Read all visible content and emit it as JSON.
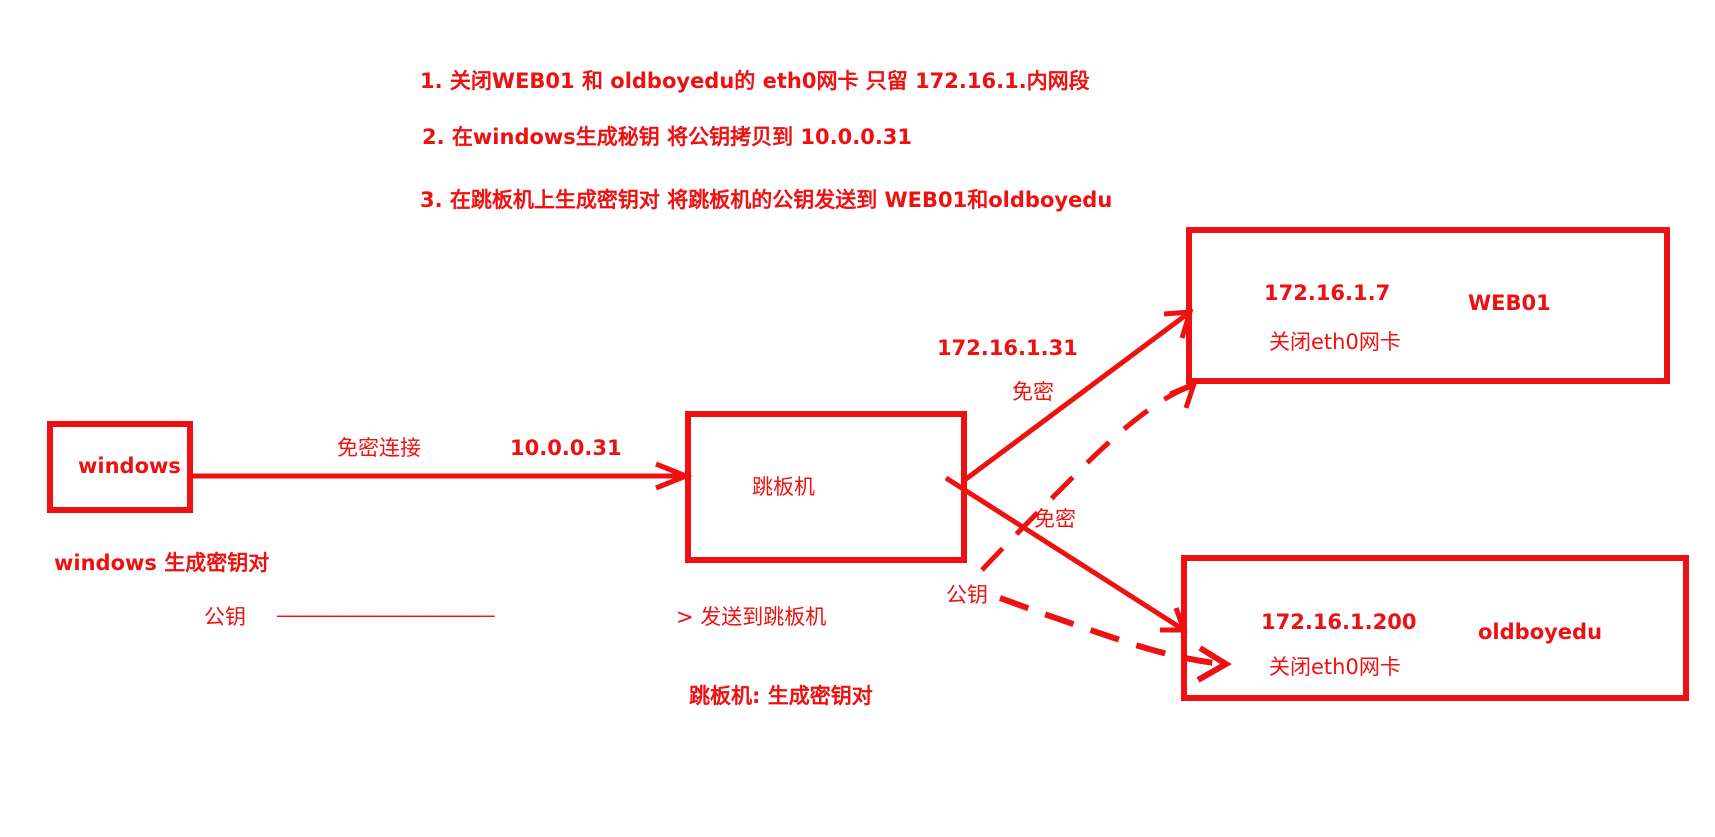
{
  "colors": {
    "stroke": "#ee1111",
    "text": "#ee1111",
    "background": "#ffffff"
  },
  "steps": [
    "1. 关闭WEB01 和 oldboyedu的 eth0网卡  只留 172.16.1.内网段",
    "2. 在windows生成秘钥  将公钥拷贝到 10.0.0.31",
    "3. 在跳板机上生成密钥对 将跳板机的公钥发送到 WEB01和oldboyedu"
  ],
  "nodes": {
    "windows": {
      "label": "windows"
    },
    "jump": {
      "label": "跳板机"
    },
    "web01": {
      "ip": "172.16.1.7",
      "name": "WEB01",
      "note": "关闭eth0网卡"
    },
    "oldboyedu": {
      "ip": "172.16.1.200",
      "name": "oldboyedu",
      "note": "关闭eth0网卡"
    }
  },
  "edges": {
    "win_to_jump": {
      "label": "免密连接",
      "ip": "10.0.0.31"
    },
    "jump_to_web01": {
      "ip": "172.16.1.31",
      "label": "免密"
    },
    "jump_to_oldboy": {
      "label": "免密"
    },
    "pubkey_label": "公钥"
  },
  "notes": {
    "windows_keygen": "windows 生成密钥对",
    "pubkey_line_label": "公钥",
    "pubkey_line_dashes": "-----------------------------------------------------",
    "pubkey_line_dest": "> 发送到跳板机",
    "jump_keygen": "跳板机: 生成密钥对"
  }
}
